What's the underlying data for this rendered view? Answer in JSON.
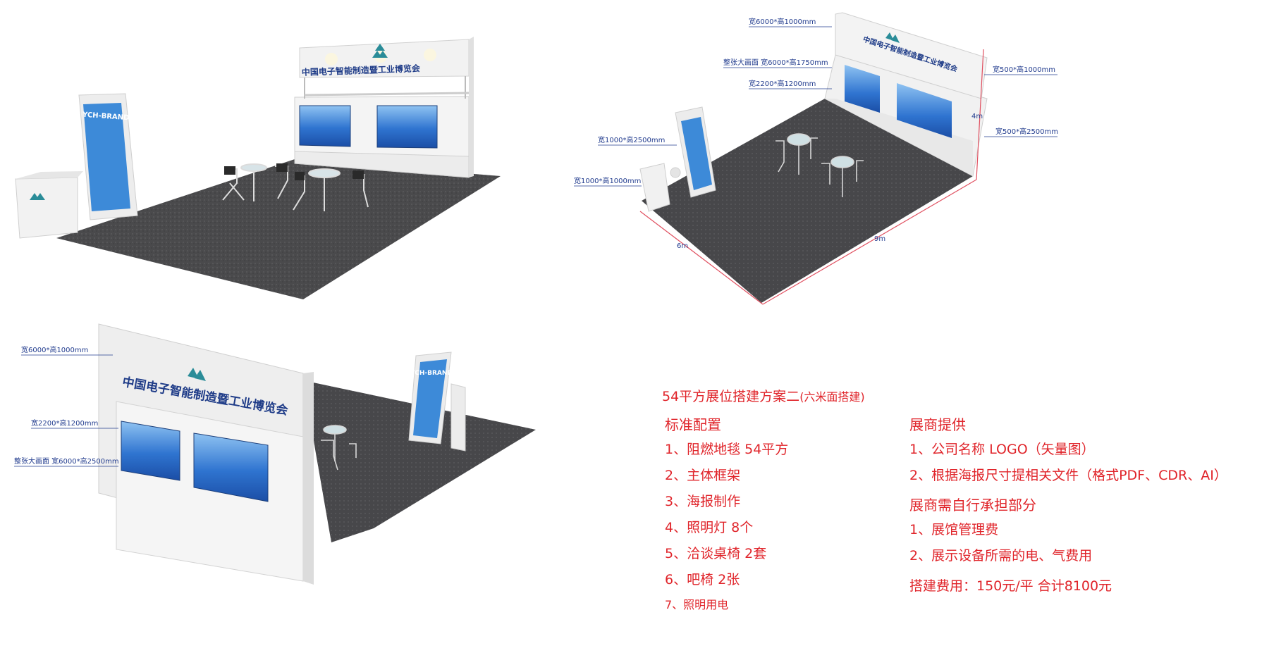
{
  "booth": {
    "fascia_title": "中国电子智能制造暨工业博览会",
    "brand": "YCH-BRAND"
  },
  "plan_view": {
    "dim_labels": {
      "top_header": "宽6000*高1000mm",
      "full_graphic": "整张大画面 宽6000*高1750mm",
      "poster": "宽2200*高1200mm",
      "tower": "宽1000*高2500mm",
      "counter": "宽1000*高1000mm",
      "side_header": "宽500*高1000mm",
      "side_wall": "宽500*高2500mm"
    },
    "axis": {
      "width": "6m",
      "length": "9m",
      "height": "4m"
    }
  },
  "rear_view": {
    "dim_labels": {
      "top_header": "宽6000*高1000mm",
      "poster": "宽2200*高1200mm",
      "full_graphic": "整张大画面 宽6000*高2500mm"
    }
  },
  "spec": {
    "title": "54平方展位搭建方案二",
    "subtitle": "(六米面搭建)",
    "standard_heading": "标准配置",
    "standard_items": [
      "1、阻燃地毯  54平方",
      "2、主体框架",
      "3、海报制作",
      "4、照明灯  8个",
      "5、洽谈桌椅  2套",
      "6、吧椅  2张",
      "7、照明用电"
    ],
    "exhibitor_heading": "展商提供",
    "exhibitor_items": [
      "1、公司名称  LOGO（矢量图）",
      "2、根据海报尺寸提相关文件（格式PDF、CDR、AI）"
    ],
    "self_heading": "展商需自行承担部分",
    "self_items": [
      "1、展馆管理费",
      "2、展示设备所需的电、气费用"
    ],
    "cost": "搭建费用：150元/平  合计8100元"
  },
  "colors": {
    "accent_text": "#e0242a",
    "dim_text": "#233d8f",
    "carpet": "#4a4a4c",
    "panel_white": "#f3f3f3",
    "poster_blue": "#2f74d0"
  }
}
